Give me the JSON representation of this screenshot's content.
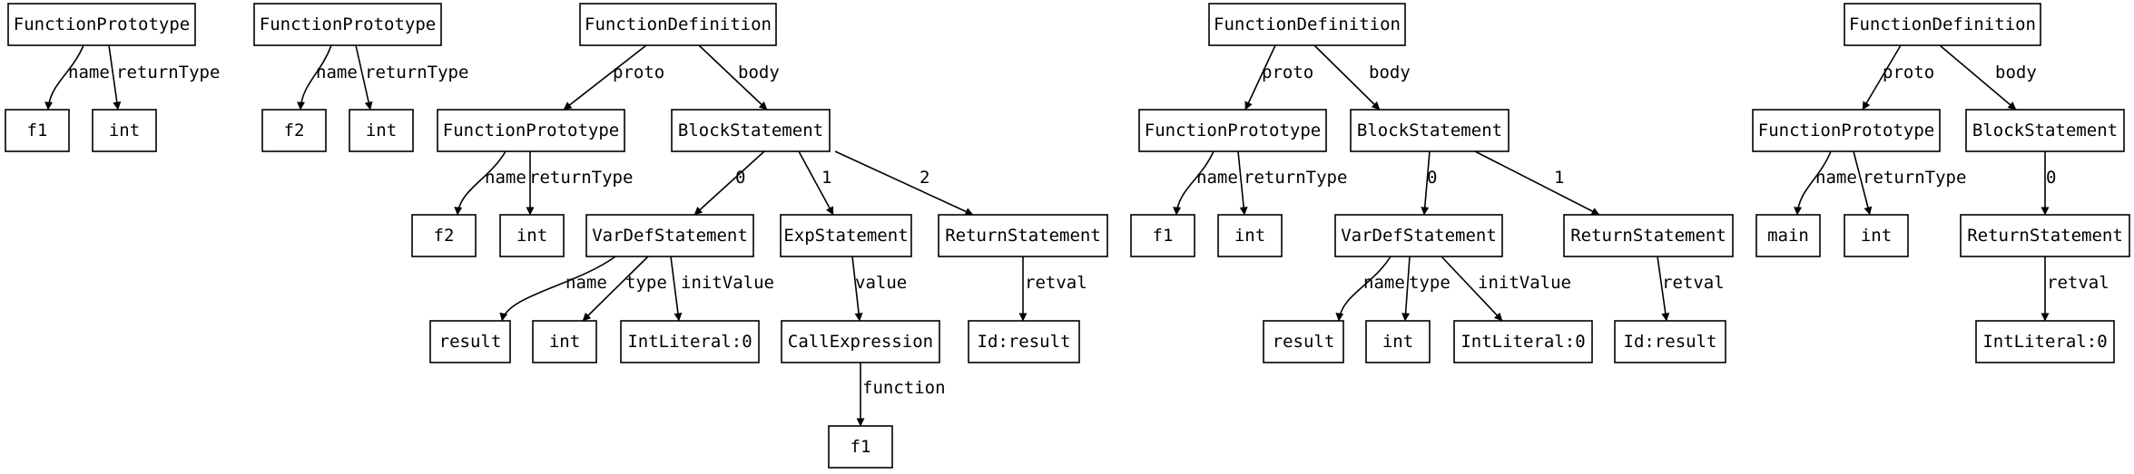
{
  "nodes": {
    "fp1": "FunctionPrototype",
    "fp1_name": "f1",
    "fp1_ret": "int",
    "fp2": "FunctionPrototype",
    "fp2_name": "f2",
    "fp2_ret": "int",
    "fd1": "FunctionDefinition",
    "fd1_proto": "FunctionPrototype",
    "fd1_proto_name": "f2",
    "fd1_proto_ret": "int",
    "fd1_body": "BlockStatement",
    "fd1_vardef": "VarDefStatement",
    "fd1_vardef_name": "result",
    "fd1_vardef_type": "int",
    "fd1_vardef_init": "IntLiteral:0",
    "fd1_exp": "ExpStatement",
    "fd1_call": "CallExpression",
    "fd1_call_fn": "f1",
    "fd1_ret": "ReturnStatement",
    "fd1_retval": "Id:result",
    "fd2": "FunctionDefinition",
    "fd2_proto": "FunctionPrototype",
    "fd2_proto_name": "f1",
    "fd2_proto_ret": "int",
    "fd2_body": "BlockStatement",
    "fd2_vardef": "VarDefStatement",
    "fd2_vardef_name": "result",
    "fd2_vardef_type": "int",
    "fd2_vardef_init": "IntLiteral:0",
    "fd2_ret": "ReturnStatement",
    "fd2_retval": "Id:result",
    "fd3": "FunctionDefinition",
    "fd3_proto": "FunctionPrototype",
    "fd3_proto_name": "main",
    "fd3_proto_ret": "int",
    "fd3_body": "BlockStatement",
    "fd3_ret": "ReturnStatement",
    "fd3_retval": "IntLiteral:0"
  },
  "edges": [
    {
      "id": "e1",
      "from": "fp1",
      "to": "fp1_name",
      "label": "name"
    },
    {
      "id": "e2",
      "from": "fp1",
      "to": "fp1_ret",
      "label": "returnType"
    },
    {
      "id": "e3",
      "from": "fp2",
      "to": "fp2_name",
      "label": "name"
    },
    {
      "id": "e4",
      "from": "fp2",
      "to": "fp2_ret",
      "label": "returnType"
    },
    {
      "id": "e5",
      "from": "fd1",
      "to": "fd1_proto",
      "label": "proto"
    },
    {
      "id": "e6",
      "from": "fd1",
      "to": "fd1_body",
      "label": "body"
    },
    {
      "id": "e7",
      "from": "fd1_proto",
      "to": "fd1_proto_name",
      "label": "name"
    },
    {
      "id": "e8",
      "from": "fd1_proto",
      "to": "fd1_proto_ret",
      "label": "returnType"
    },
    {
      "id": "e9",
      "from": "fd1_body",
      "to": "fd1_vardef",
      "label": "0"
    },
    {
      "id": "e10",
      "from": "fd1_body",
      "to": "fd1_exp",
      "label": "1"
    },
    {
      "id": "e11",
      "from": "fd1_body",
      "to": "fd1_ret",
      "label": "2"
    },
    {
      "id": "e12",
      "from": "fd1_vardef",
      "to": "fd1_vardef_name",
      "label": "name"
    },
    {
      "id": "e13",
      "from": "fd1_vardef",
      "to": "fd1_vardef_type",
      "label": "type"
    },
    {
      "id": "e14",
      "from": "fd1_vardef",
      "to": "fd1_vardef_init",
      "label": "initValue"
    },
    {
      "id": "e15",
      "from": "fd1_exp",
      "to": "fd1_call",
      "label": "value"
    },
    {
      "id": "e16",
      "from": "fd1_call",
      "to": "fd1_call_fn",
      "label": "function"
    },
    {
      "id": "e17",
      "from": "fd1_ret",
      "to": "fd1_retval",
      "label": "retval"
    },
    {
      "id": "e18",
      "from": "fd2",
      "to": "fd2_proto",
      "label": "proto"
    },
    {
      "id": "e19",
      "from": "fd2",
      "to": "fd2_body",
      "label": "body"
    },
    {
      "id": "e20",
      "from": "fd2_proto",
      "to": "fd2_proto_name",
      "label": "name"
    },
    {
      "id": "e21",
      "from": "fd2_proto",
      "to": "fd2_proto_ret",
      "label": "returnType"
    },
    {
      "id": "e22",
      "from": "fd2_body",
      "to": "fd2_vardef",
      "label": "0"
    },
    {
      "id": "e23",
      "from": "fd2_body",
      "to": "fd2_ret",
      "label": "1"
    },
    {
      "id": "e24",
      "from": "fd2_vardef",
      "to": "fd2_vardef_name",
      "label": "name"
    },
    {
      "id": "e25",
      "from": "fd2_vardef",
      "to": "fd2_vardef_type",
      "label": "type"
    },
    {
      "id": "e26",
      "from": "fd2_vardef",
      "to": "fd2_vardef_init",
      "label": "initValue"
    },
    {
      "id": "e27",
      "from": "fd2_ret",
      "to": "fd2_retval",
      "label": "retval"
    },
    {
      "id": "e28",
      "from": "fd3",
      "to": "fd3_proto",
      "label": "proto"
    },
    {
      "id": "e29",
      "from": "fd3",
      "to": "fd3_body",
      "label": "body"
    },
    {
      "id": "e30",
      "from": "fd3_proto",
      "to": "fd3_proto_name",
      "label": "name"
    },
    {
      "id": "e31",
      "from": "fd3_proto",
      "to": "fd3_proto_ret",
      "label": "returnType"
    },
    {
      "id": "e32",
      "from": "fd3_body",
      "to": "fd3_ret",
      "label": "0"
    },
    {
      "id": "e33",
      "from": "fd3_ret",
      "to": "fd3_retval",
      "label": "retval"
    }
  ]
}
